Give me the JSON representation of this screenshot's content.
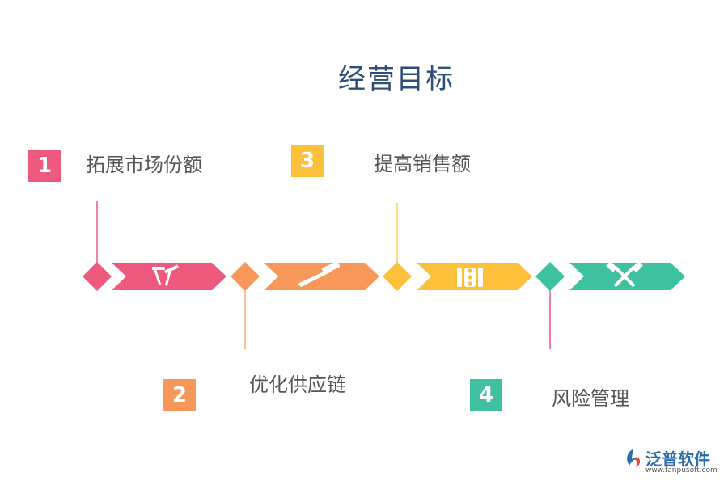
{
  "title": "经营目标",
  "steps": [
    {
      "number": "1",
      "label": "拓展市场份额",
      "color": "#ee5a7d",
      "icon": "tools-icon"
    },
    {
      "number": "2",
      "label": "优化供应链",
      "color": "#f7975a",
      "icon": "hammer-icon"
    },
    {
      "number": "3",
      "label": "提高销售额",
      "color": "#fdc03b",
      "icon": "traffic-light-icon"
    },
    {
      "number": "4",
      "label": "风险管理",
      "color": "#3fc1a1",
      "icon": "crossed-hammers-icon"
    }
  ],
  "logo": {
    "name": "泛普软件",
    "url": "www.fanpusoft.com"
  }
}
